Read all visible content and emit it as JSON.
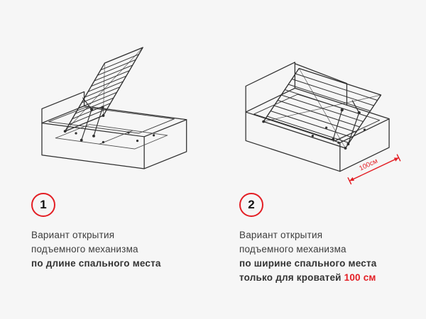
{
  "page": {
    "background_color": "#f6f6f6",
    "accent_color": "#e31e24",
    "line_color": "#2f2f2f",
    "text_color": "#3d3d3d"
  },
  "variant1": {
    "number": "1",
    "caption": {
      "line1": "Вариант открытия",
      "line2": "подъемного механизма",
      "line3_bold": "по длине спального места"
    }
  },
  "variant2": {
    "number": "2",
    "caption": {
      "line1": "Вариант открытия",
      "line2": "подъемного механизма",
      "line3_bold": "по ширине спального места",
      "line4_bold": "только для кроватей",
      "line4_red": "100 см"
    },
    "dimension_label": "100см"
  }
}
